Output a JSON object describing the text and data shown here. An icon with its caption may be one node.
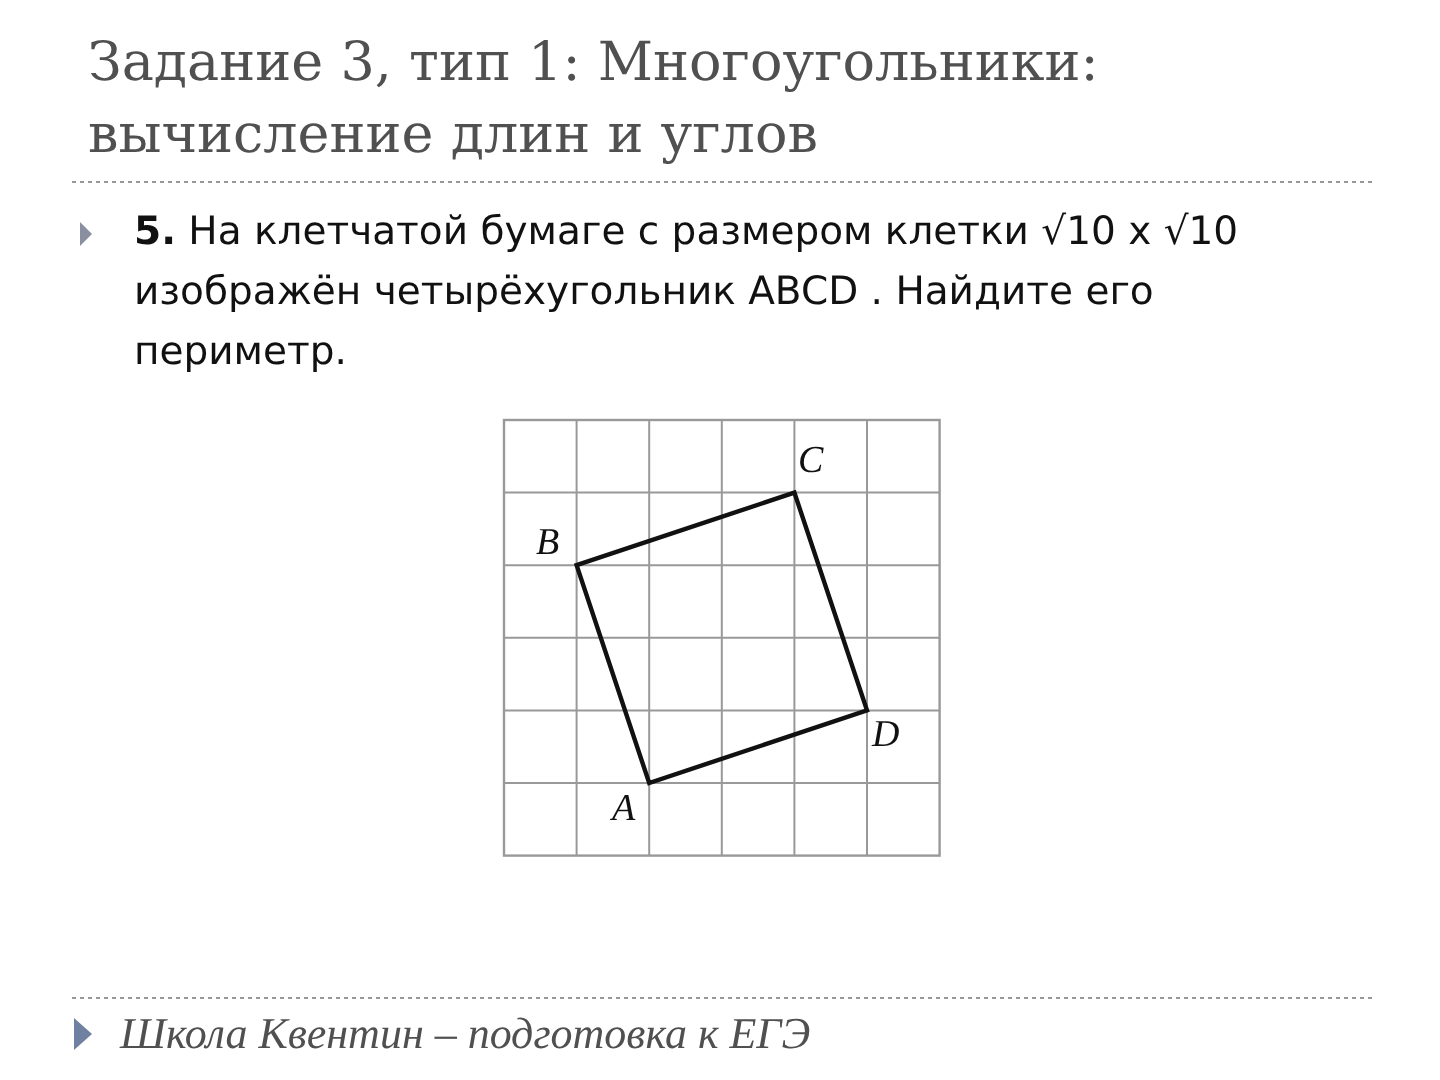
{
  "diagram": {
    "title": "Задание 3, тип 1: Многоугольники: вычисление длин и углов",
    "caption": "Школа Квентин – подготовка к ЕГЭ",
    "labels": [
      "**5.** На клетчатой бумаге с размером клетки √10 x √10 изображён четырёхугольник ABCD . Найдите его периметр.",
      "C",
      "B",
      "D",
      "A"
    ]
  }
}
